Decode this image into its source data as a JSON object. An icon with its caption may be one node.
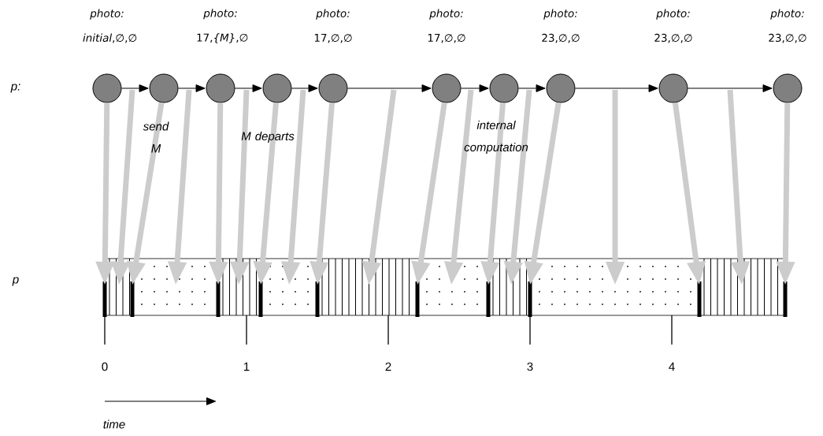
{
  "diagram": {
    "nodes": [
      {
        "text": [],
        "shape": "circle",
        "beside": [
          "*photo:* *initial*,∅,∅"
        ]
      },
      {
        "text": [],
        "shape": "circle"
      },
      {
        "text": [],
        "shape": "circle",
        "beside": [
          "*photo:* 17,*{M}*,∅"
        ]
      },
      {
        "text": [],
        "shape": "circle"
      },
      {
        "text": [],
        "shape": "circle",
        "beside": [
          "*photo:* 17,∅,∅"
        ]
      },
      {
        "text": [],
        "shape": "circle",
        "beside": [
          "*photo:* 17,∅,∅"
        ]
      },
      {
        "text": [],
        "shape": "circle"
      },
      {
        "text": [],
        "shape": "circle",
        "beside": [
          "*photo:* 23,∅,∅"
        ]
      },
      {
        "text": [],
        "shape": "circle",
        "beside": [
          "*photo:* 23,∅,∅"
        ]
      },
      {
        "text": [],
        "shape": "circle",
        "beside": [
          "*photo:* 23,∅,∅"
        ]
      },
      {
        "text": [],
        "shape": "bar"
      }
    ],
    "edges": [
      {
        "from": 0,
        "to": 1,
        "arrow": "to",
        "color": "#000000"
      },
      {
        "from": 1,
        "to": 2,
        "arrow": "to",
        "color": "#000000"
      },
      {
        "from": 2,
        "to": 3,
        "arrow": "to",
        "color": "#000000"
      },
      {
        "from": 3,
        "to": 4,
        "arrow": "to",
        "color": "#000000"
      },
      {
        "from": 4,
        "to": 5,
        "arrow": "to",
        "color": "#000000"
      },
      {
        "from": 5,
        "to": 6,
        "arrow": "to",
        "color": "#000000"
      },
      {
        "from": 6,
        "to": 7,
        "arrow": "to",
        "color": "#000000"
      },
      {
        "from": 7,
        "to": 8,
        "arrow": "to",
        "color": "#000000"
      },
      {
        "from": 8,
        "to": 9,
        "arrow": "to",
        "color": "#000000"
      },
      {
        "from": 0,
        "to": 10,
        "arrow": "to"
      },
      {
        "from": null,
        "to": 10,
        "arrow": "to"
      },
      {
        "from": 1,
        "to": 10,
        "arrow": "to"
      },
      {
        "from": null,
        "to": 10,
        "arrow": "to"
      },
      {
        "from": 2,
        "to": 10,
        "arrow": "to"
      },
      {
        "from": null,
        "to": 10,
        "arrow": "to"
      },
      {
        "from": 3,
        "to": 10,
        "arrow": "to"
      },
      {
        "from": null,
        "to": 10,
        "arrow": "to"
      },
      {
        "from": 4,
        "to": 10,
        "arrow": "to"
      },
      {
        "from": null,
        "to": 10,
        "arrow": "to"
      },
      {
        "from": 5,
        "to": 10,
        "arrow": "to"
      },
      {
        "from": null,
        "to": 10,
        "arrow": "to"
      },
      {
        "from": 6,
        "to": 10,
        "arrow": "to"
      },
      {
        "from": null,
        "to": 10,
        "arrow": "to"
      },
      {
        "from": 7,
        "to": 10,
        "arrow": "to"
      },
      {
        "from": null,
        "to": 10,
        "arrow": "to"
      },
      {
        "from": 8,
        "to": 10,
        "arrow": "to"
      },
      {
        "from": null,
        "to": 10,
        "arrow": "to"
      },
      {
        "from": 9,
        "to": 10,
        "arrow": "to"
      }
    ],
    "labels": [
      "p:",
      "send M",
      "M departs",
      "internal computation",
      "p",
      "0",
      "1",
      "2",
      "3",
      "4",
      "time"
    ]
  }
}
